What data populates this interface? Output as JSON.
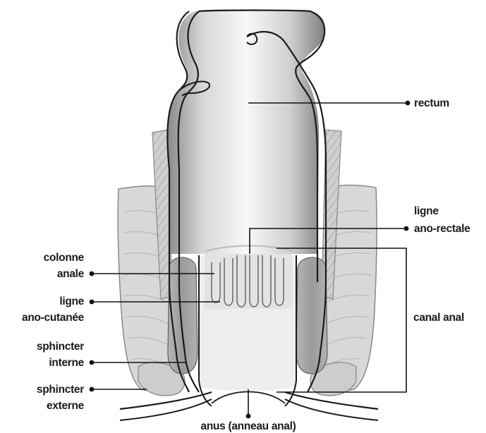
{
  "labels": {
    "rectum": "rectum",
    "ligne_ano_rectale_1": "ligne",
    "ligne_ano_rectale_2": "ano-rectale",
    "colonne_anale_1": "colonne",
    "colonne_anale_2": "anale",
    "ligne_ano_cutanee_1": "ligne",
    "ligne_ano_cutanee_2": "ano-cutanée",
    "canal_anal": "canal anal",
    "sphincter_interne_1": "sphincter",
    "sphincter_interne_2": "interne",
    "sphincter_externe_1": "sphincter",
    "sphincter_externe_2": "externe",
    "anus": "anus (anneau anal)"
  },
  "colors": {
    "outline": "#1a1a1a",
    "muscle_light": "#d9d9d9",
    "muscle_mid": "#bdbdbd",
    "muscle_dark": "#8c8c8c",
    "lumen": "#efefef",
    "rectum_gradient_light": "#fafafa",
    "rectum_gradient_dark": "#7a7a7a"
  }
}
